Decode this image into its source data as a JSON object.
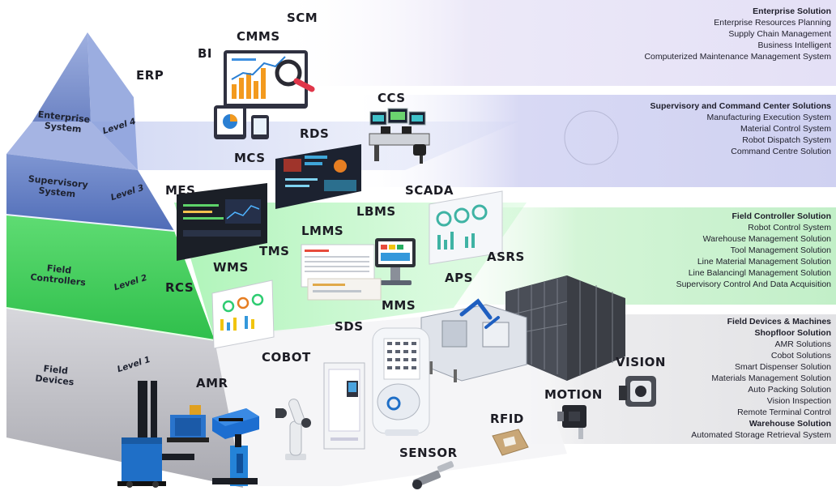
{
  "pyramid": {
    "layers": [
      {
        "side": "Enterprise\nSystem",
        "level": "Level 4"
      },
      {
        "side": "Supervisory\nSystem",
        "level": "Level 3"
      },
      {
        "side": "Field\nControllers",
        "level": "Level 2"
      },
      {
        "side": "Field\nDevices",
        "level": "Level 1"
      }
    ]
  },
  "labels": {
    "scm": "SCM",
    "cmms": "CMMS",
    "bi": "BI",
    "erp": "ERP",
    "ccs": "CCS",
    "rds": "RDS",
    "mcs": "MCS",
    "mes": "MES",
    "scada": "SCADA",
    "lbms": "LBMS",
    "lmms": "LMMS",
    "tms": "TMS",
    "wms": "WMS",
    "asrs": "ASRS",
    "aps": "APS",
    "rcs": "RCS",
    "mms": "MMS",
    "sds": "SDS",
    "cobot": "COBOT",
    "vision": "VISION",
    "motion": "MOTION",
    "amr": "AMR",
    "rfid": "RFID",
    "sensor": "SENSOR"
  },
  "panels": {
    "enterprise": {
      "heading": "Enterprise Solution",
      "items": [
        "Enterprise Resources Planning",
        "Supply Chain Management",
        "Business Intelligent",
        "Computerized Maintenance Management System"
      ]
    },
    "supervisory": {
      "heading": "Supervisory and Command Center Solutions",
      "items": [
        "Manufacturing Execution System",
        "Material Control System",
        "Robot Dispatch System",
        "Command Centre Solution"
      ]
    },
    "field_controller": {
      "heading": "Field Controller Solution",
      "items": [
        "Robot Control System",
        "Warehouse Management Solution",
        "Tool Management Solution",
        "Line Material Management Solution",
        "Line Balancingl Management Solution",
        "Supervisory Control And Data Acquisition"
      ]
    },
    "field_devices": {
      "heading": "Field Devices & Machines",
      "sub1": "Shopfloor Solution",
      "items1": [
        "AMR Solutions",
        "Cobot Solutions",
        "Smart Dispenser Solution",
        "Materials Management Solution",
        "Auto Packing Solution",
        "Vision Inspection",
        "Remote Terminal Control"
      ],
      "sub2": "Warehouse Solution",
      "items2": [
        "Automated Storage Retrieval System"
      ]
    }
  },
  "colors": {
    "enterprise_band": "#e7e3f6",
    "supervisory_band": "#d2d4f2",
    "field_controller_band": "#c6f0cc",
    "field_devices_band": "#e2e2e4",
    "pyramid_blue": "#6f86c6",
    "pyramid_green": "#3fcf59",
    "pyramid_gray": "#bdbdc2",
    "device_blue": "#1f6fc7"
  }
}
